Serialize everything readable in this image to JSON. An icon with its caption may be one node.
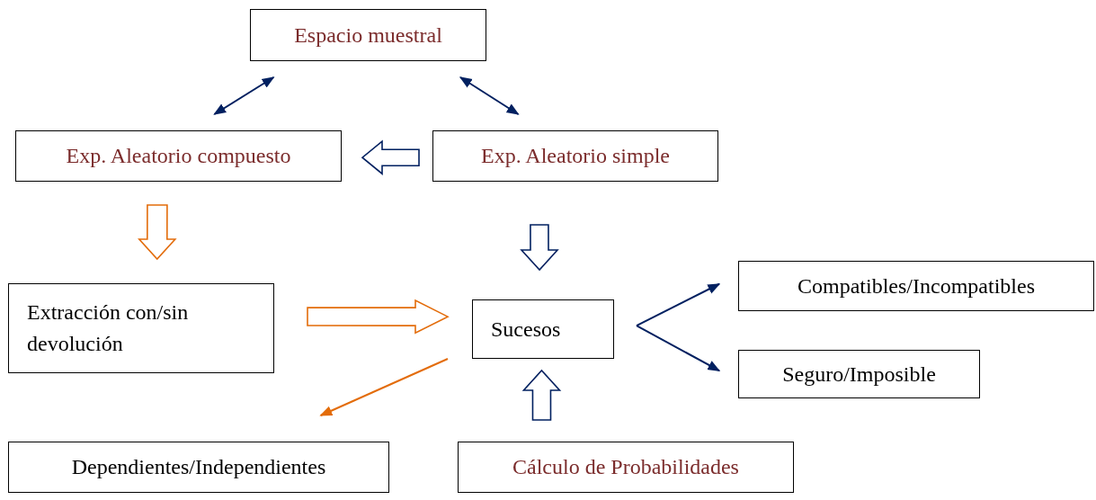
{
  "diagram": {
    "nodes": [
      {
        "text": [
          "Espacio muestral"
        ]
      },
      {
        "text": [
          "Exp. Aleatorio compuesto"
        ]
      },
      {
        "text": [
          "Exp. Aleatorio simple"
        ]
      },
      {
        "text": [
          "Extracción con/sin devolución"
        ]
      },
      {
        "text": [
          "Sucesos"
        ]
      },
      {
        "text": [
          "Compatibles/Incompatibles"
        ]
      },
      {
        "text": [
          "Seguro/Imposible"
        ]
      },
      {
        "text": [
          "Dependientes/Independientes"
        ]
      },
      {
        "text": [
          "Cálculo de Probabilidades"
        ]
      }
    ],
    "edges": [
      {
        "from": 0,
        "to": 1,
        "arrow": "both"
      },
      {
        "from": 0,
        "to": 2,
        "arrow": "both"
      },
      {
        "from": 2,
        "to": 1,
        "arrow": "to",
        "style": "thick"
      },
      {
        "from": 1,
        "to": 3,
        "arrow": "to",
        "style": "thick",
        "color": "#e36c0a"
      },
      {
        "from": 3,
        "to": 4,
        "arrow": "to",
        "style": "thick",
        "color": "#e36c0a"
      },
      {
        "from": 2,
        "to": 4,
        "arrow": "to",
        "style": "thick"
      },
      {
        "from": 4,
        "to": 5,
        "arrow": "to"
      },
      {
        "from": 4,
        "to": 6,
        "arrow": "to"
      },
      {
        "from": 4,
        "to": 7,
        "arrow": "to",
        "color": "#e36c0a"
      },
      {
        "from": 8,
        "to": 4,
        "arrow": "to",
        "style": "thick"
      }
    ]
  }
}
